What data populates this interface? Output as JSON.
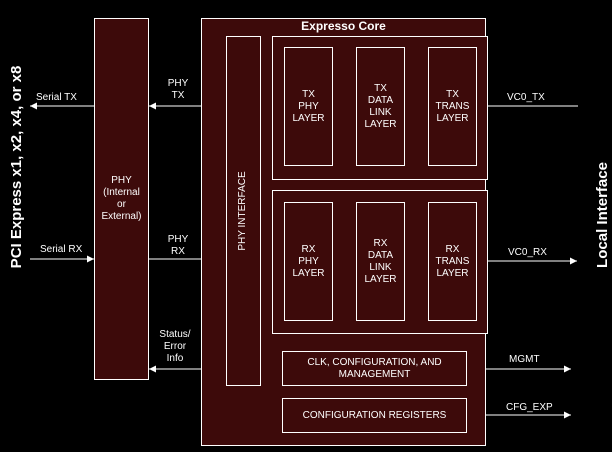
{
  "colors": {
    "background": "#000000",
    "box_fill": "#3d0a0a",
    "line": "#ffffff",
    "text": "#ffffff"
  },
  "left_side_title": "PCI Express x1, x2, x4, or x8",
  "right_side_title": "Local Interface",
  "core_title": "Expresso Core",
  "phy_block": "PHY\n(Internal\nor\nExternal)",
  "phy_interface": "PHY INTERFACE",
  "tx_layers": {
    "phy": "TX\nPHY\nLAYER",
    "data_link": "TX\nDATA\nLINK\nLAYER",
    "trans": "TX\nTRANS\nLAYER"
  },
  "rx_layers": {
    "phy": "RX\nPHY\nLAYER",
    "data_link": "RX\nDATA\nLINK\nLAYER",
    "trans": "RX\nTRANS\nLAYER"
  },
  "clk_block": "CLK, CONFIGURATION, AND\nMANAGEMENT",
  "cfg_block": "CONFIGURATION REGISTERS",
  "signals": {
    "serial_tx": "Serial TX",
    "serial_rx": "Serial RX",
    "phy_tx": "PHY\nTX",
    "phy_rx": "PHY\nRX",
    "status": "Status/\nError\nInfo",
    "vc0_tx": "VC0_TX",
    "vc0_rx": "VC0_RX",
    "mgmt": "MGMT",
    "cfg_exp": "CFG_EXP"
  }
}
